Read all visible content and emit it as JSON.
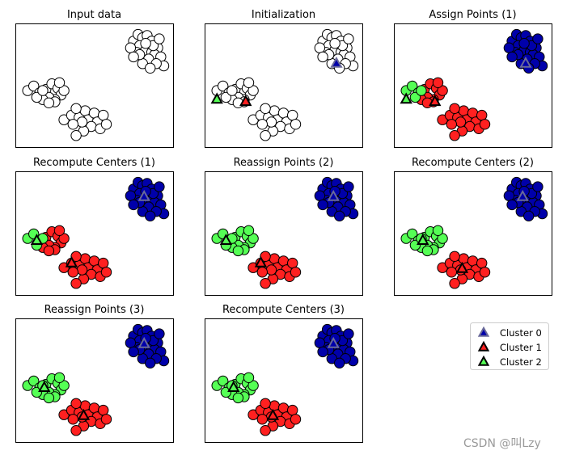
{
  "watermark": "CSDN @叫Lzy",
  "colors": {
    "unassigned": "#ffffff",
    "cluster_0": "#0000aa",
    "cluster_1": "#ff2020",
    "cluster_2": "#55ff55",
    "center_0_edge": "#6a6a9a",
    "edge": "#000000"
  },
  "chart_data": {
    "type": "scatter",
    "grid": false,
    "axes_ticks": false,
    "legend": {
      "placement": "right of bottom row",
      "entries": [
        "Cluster 0",
        "Cluster 1",
        "Cluster 2"
      ],
      "marker": "triangle"
    },
    "points": [
      [
        0.76,
        0.9
      ],
      [
        0.79,
        0.96
      ],
      [
        0.82,
        0.93
      ],
      [
        0.85,
        0.95
      ],
      [
        0.88,
        0.9
      ],
      [
        0.8,
        0.86
      ],
      [
        0.84,
        0.82
      ],
      [
        0.88,
        0.8
      ],
      [
        0.92,
        0.84
      ],
      [
        0.9,
        0.78
      ],
      [
        0.86,
        0.74
      ],
      [
        0.82,
        0.7
      ],
      [
        0.78,
        0.8
      ],
      [
        0.74,
        0.84
      ],
      [
        0.94,
        0.76
      ],
      [
        0.96,
        0.68
      ],
      [
        0.91,
        0.7
      ],
      [
        0.87,
        0.66
      ],
      [
        0.8,
        0.78
      ],
      [
        0.76,
        0.76
      ],
      [
        0.89,
        0.86
      ],
      [
        0.93,
        0.92
      ],
      [
        0.84,
        0.88
      ],
      [
        0.06,
        0.46
      ],
      [
        0.1,
        0.5
      ],
      [
        0.14,
        0.44
      ],
      [
        0.18,
        0.47
      ],
      [
        0.22,
        0.52
      ],
      [
        0.26,
        0.48
      ],
      [
        0.28,
        0.42
      ],
      [
        0.24,
        0.38
      ],
      [
        0.2,
        0.4
      ],
      [
        0.16,
        0.38
      ],
      [
        0.12,
        0.4
      ],
      [
        0.24,
        0.36
      ],
      [
        0.2,
        0.35
      ],
      [
        0.3,
        0.46
      ],
      [
        0.27,
        0.53
      ],
      [
        0.16,
        0.46
      ],
      [
        0.3,
        0.2
      ],
      [
        0.35,
        0.24
      ],
      [
        0.4,
        0.22
      ],
      [
        0.44,
        0.28
      ],
      [
        0.38,
        0.3
      ],
      [
        0.46,
        0.2
      ],
      [
        0.5,
        0.26
      ],
      [
        0.52,
        0.18
      ],
      [
        0.56,
        0.24
      ],
      [
        0.48,
        0.14
      ],
      [
        0.43,
        0.1
      ],
      [
        0.38,
        0.06
      ],
      [
        0.54,
        0.12
      ],
      [
        0.58,
        0.16
      ],
      [
        0.42,
        0.18
      ],
      [
        0.36,
        0.16
      ]
    ],
    "panels": [
      {
        "title": "Input data",
        "assignment": "none",
        "centers": []
      },
      {
        "title": "Initialization",
        "assignment": "none",
        "centers": [
          [
            0.85,
            0.7
          ],
          [
            0.25,
            0.36
          ],
          [
            0.06,
            0.38
          ]
        ]
      },
      {
        "title": "Assign Points (1)",
        "assignment": "initial",
        "centers": [
          [
            0.85,
            0.7
          ],
          [
            0.25,
            0.36
          ],
          [
            0.06,
            0.38
          ]
        ]
      },
      {
        "title": "Recompute Centers (1)",
        "assignment": "initial",
        "centers": [
          [
            0.83,
            0.83
          ],
          [
            0.35,
            0.24
          ],
          [
            0.12,
            0.44
          ]
        ]
      },
      {
        "title": "Reassign Points (2)",
        "assignment": "final",
        "centers": [
          [
            0.83,
            0.83
          ],
          [
            0.35,
            0.24
          ],
          [
            0.12,
            0.44
          ]
        ]
      },
      {
        "title": "Recompute Centers (2)",
        "assignment": "final",
        "centers": [
          [
            0.83,
            0.83
          ],
          [
            0.43,
            0.19
          ],
          [
            0.17,
            0.44
          ]
        ]
      },
      {
        "title": "Reassign Points (3)",
        "assignment": "final",
        "centers": [
          [
            0.83,
            0.83
          ],
          [
            0.43,
            0.19
          ],
          [
            0.17,
            0.44
          ]
        ]
      },
      {
        "title": "Recompute Centers (3)",
        "assignment": "final",
        "centers": [
          [
            0.83,
            0.83
          ],
          [
            0.43,
            0.19
          ],
          [
            0.17,
            0.44
          ]
        ]
      }
    ],
    "assignments": {
      "initial": [
        0,
        0,
        0,
        0,
        0,
        0,
        0,
        0,
        0,
        0,
        0,
        0,
        0,
        0,
        0,
        0,
        0,
        0,
        0,
        0,
        0,
        0,
        0,
        2,
        2,
        2,
        1,
        1,
        1,
        1,
        1,
        1,
        1,
        2,
        1,
        1,
        1,
        1,
        2,
        1,
        1,
        1,
        1,
        1,
        1,
        1,
        1,
        1,
        1,
        1,
        1,
        1,
        1,
        1,
        1
      ],
      "final": [
        0,
        0,
        0,
        0,
        0,
        0,
        0,
        0,
        0,
        0,
        0,
        0,
        0,
        0,
        0,
        0,
        0,
        0,
        0,
        0,
        0,
        0,
        0,
        2,
        2,
        2,
        2,
        2,
        2,
        2,
        2,
        2,
        2,
        2,
        2,
        2,
        2,
        2,
        2,
        1,
        1,
        1,
        1,
        1,
        1,
        1,
        1,
        1,
        1,
        1,
        1,
        1,
        1,
        1,
        1
      ]
    }
  }
}
